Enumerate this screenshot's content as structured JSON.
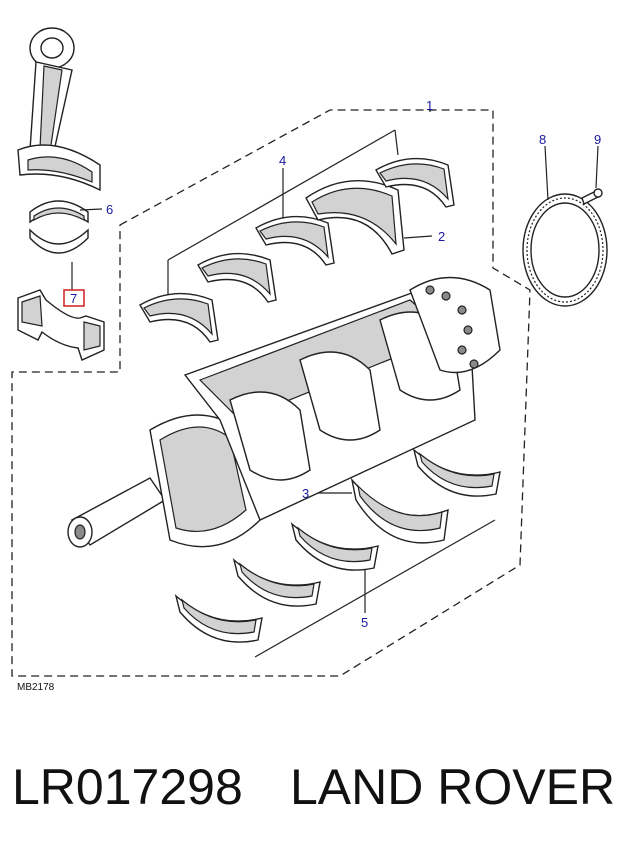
{
  "diagram": {
    "reference_code": "MB2178",
    "callouts": [
      {
        "id": "1",
        "label": "1"
      },
      {
        "id": "2",
        "label": "2"
      },
      {
        "id": "3",
        "label": "3"
      },
      {
        "id": "4",
        "label": "4"
      },
      {
        "id": "5",
        "label": "5"
      },
      {
        "id": "6",
        "label": "6"
      },
      {
        "id": "7",
        "label": "7"
      },
      {
        "id": "8",
        "label": "8"
      },
      {
        "id": "9",
        "label": "9"
      }
    ],
    "highlighted_callout": "7",
    "colors": {
      "callout_text": "#1a1aa0",
      "highlight_box": "#d02020",
      "line": "#222222"
    }
  },
  "caption": {
    "part_number": "LR017298",
    "brand": "LAND ROVER"
  }
}
